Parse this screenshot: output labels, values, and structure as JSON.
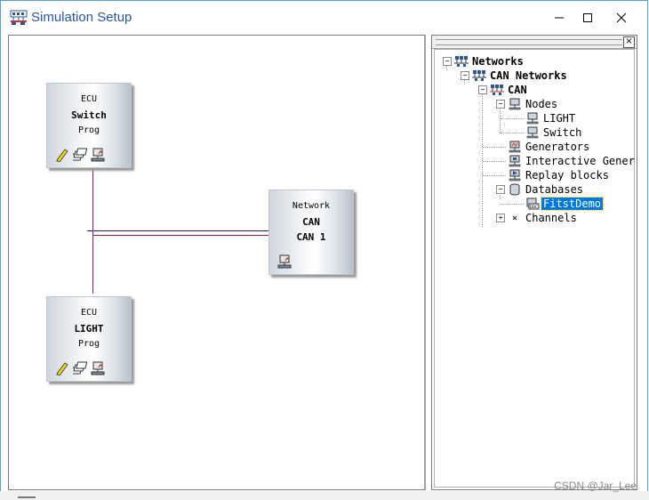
{
  "window": {
    "title": "Simulation Setup",
    "minimize_symbol": "—",
    "maximize_symbol": "☐",
    "close_symbol": "✕"
  },
  "canvas": {
    "nodes": [
      {
        "type_label": "ECU",
        "name": "Switch",
        "sub": "Prog"
      },
      {
        "type_label": "Network",
        "name": "CAN",
        "sub": "CAN 1"
      },
      {
        "type_label": "ECU",
        "name": "LIGHT",
        "sub": "Prog"
      }
    ],
    "bus_colors": {
      "can_line": "#1a1a6e",
      "link_line": "#8b1a5c"
    }
  },
  "tree": {
    "close_label": "×",
    "items": [
      {
        "label": "Networks",
        "icon": "networks-icon",
        "expander": "−"
      },
      {
        "label": "CAN Networks",
        "icon": "networks-icon",
        "expander": "−"
      },
      {
        "label": "CAN",
        "icon": "network-icon",
        "expander": "−"
      },
      {
        "label": "Nodes",
        "icon": "computer-icon",
        "expander": "−"
      },
      {
        "label": "LIGHT",
        "icon": "computer-icon"
      },
      {
        "label": "Switch",
        "icon": "computer-icon"
      },
      {
        "label": "Generators",
        "icon": "generator-icon"
      },
      {
        "label": "Interactive Gener",
        "icon": "interactive-generator-icon"
      },
      {
        "label": "Replay blocks",
        "icon": "replay-icon"
      },
      {
        "label": "Databases",
        "icon": "database-icon",
        "expander": "−"
      },
      {
        "label": "FitstDemo",
        "icon": "dbc-file-icon",
        "selected": true
      },
      {
        "label": "Channels",
        "icon": "channels-icon",
        "expander": "+"
      }
    ]
  },
  "watermark": "CSDN @Jar_Lee"
}
